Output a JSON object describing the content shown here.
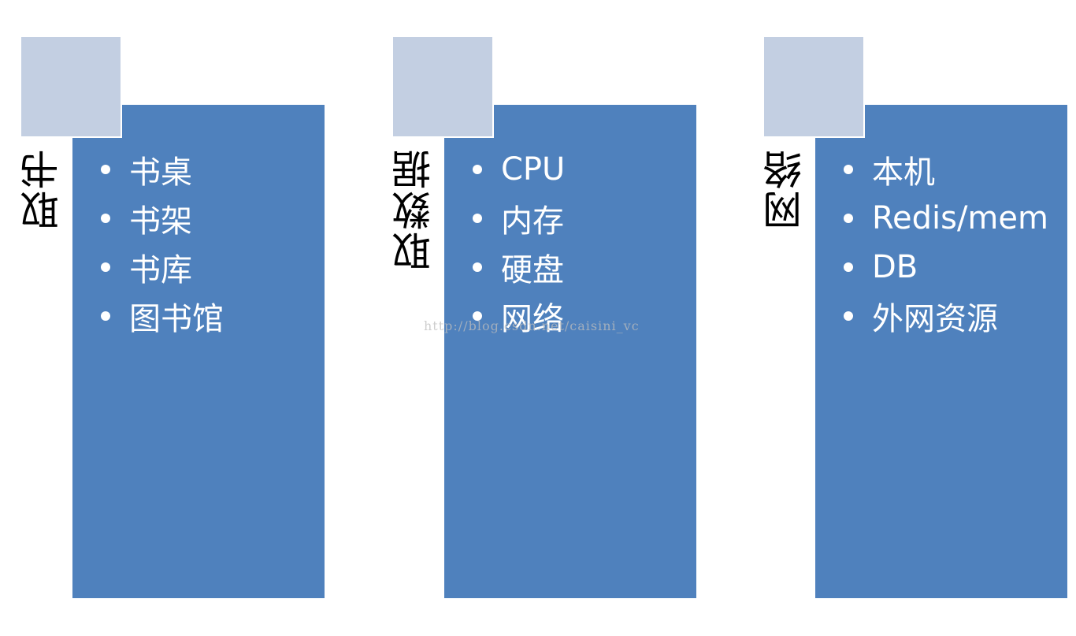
{
  "diagram": {
    "groups": [
      {
        "title": "取书",
        "items": [
          "书桌",
          "书架",
          "书库",
          "图书馆"
        ]
      },
      {
        "title": "取数据",
        "items": [
          "CPU",
          "内存",
          "硬盘",
          "网络"
        ]
      },
      {
        "title": "网络",
        "items": [
          "本机",
          "Redis/mem",
          "DB",
          "外网资源"
        ]
      }
    ],
    "colors": {
      "panel": "#4f81bd",
      "accent_square": "#c3cfe2",
      "title_text": "#000000",
      "item_text": "#ffffff"
    }
  },
  "watermark": "http://blog.csdn.net/caisini_vc"
}
